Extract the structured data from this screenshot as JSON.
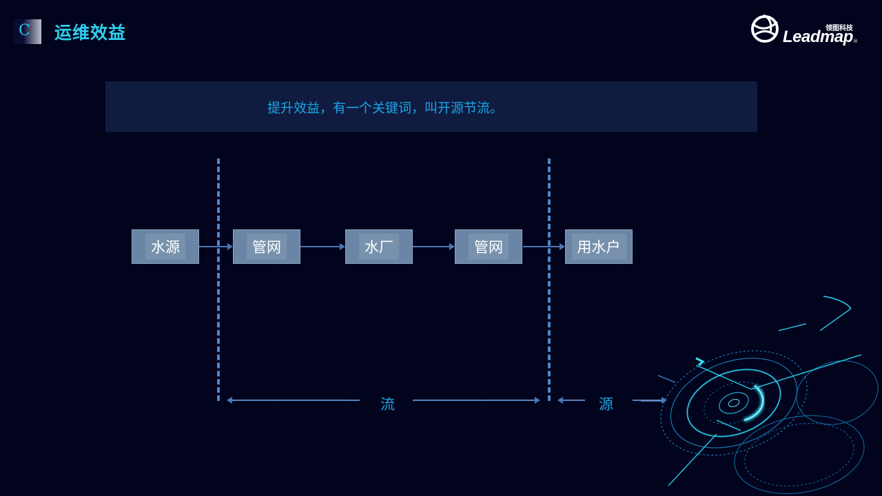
{
  "header": {
    "badge_letter": "C",
    "title": "运维效益"
  },
  "logo": {
    "cn": "领图科技",
    "en": "Leadmap",
    "reg": "®"
  },
  "banner": {
    "text": "提升效益，有一个关键词，叫开源节流。"
  },
  "flow": {
    "nodes": [
      {
        "label": "水源"
      },
      {
        "label": "管网"
      },
      {
        "label": "水厂"
      },
      {
        "label": "管网"
      },
      {
        "label": "用水户"
      }
    ]
  },
  "segments": {
    "flow_label": "流",
    "source_label": "源"
  },
  "colors": {
    "background": "#02031c",
    "title": "#2fd0ee",
    "banner_bg": "#101b40",
    "banner_text": "#1aa6e6",
    "node_fill": "#6a85a6",
    "connector": "#4a78b4",
    "divider": "#4f86c6"
  }
}
